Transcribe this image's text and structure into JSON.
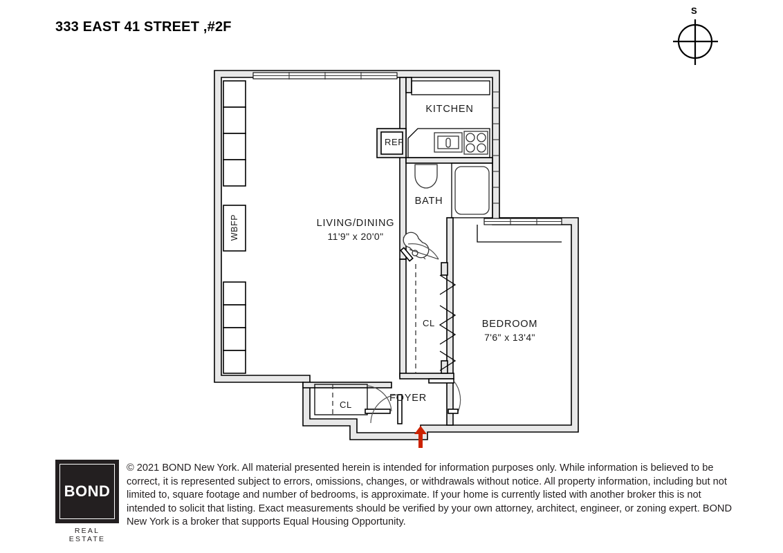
{
  "title": "333 EAST 41 STREET ,#2F",
  "compass": {
    "label": "S",
    "icon": "compass-rose-icon"
  },
  "colors": {
    "wall": "#000000",
    "wall_fill": "#e8e8e8",
    "entry_arrow": "#cc2200",
    "logo_bg": "#231f20",
    "text": "#1a1a1a"
  },
  "rooms": [
    {
      "name": "living-dining",
      "label": "LIVING/DINING",
      "dimensions": "11'9\" x 20'0\""
    },
    {
      "name": "kitchen",
      "label": "KITCHEN",
      "dimensions": ""
    },
    {
      "name": "bath",
      "label": "BATH",
      "dimensions": ""
    },
    {
      "name": "bedroom",
      "label": "BEDROOM",
      "dimensions": "7'6\" x 13'4\""
    },
    {
      "name": "foyer",
      "label": "FOYER",
      "dimensions": ""
    }
  ],
  "fixtures": {
    "refrigerator": "REF",
    "fireplace": "WBFP",
    "closet_bedroom": "CL",
    "closet_foyer": "CL"
  },
  "footer": {
    "logo_wordmark": "BOND",
    "logo_subtitle": "REAL ESTATE",
    "disclaimer": "© 2021 BOND New York. All material presented herein is intended for information purposes only. While information is believed to be correct, it is represented subject to errors, omissions, changes, or withdrawals without notice. All property information, including but not limited to, square footage and number of bedrooms, is approximate. If your home is currently listed with another broker this is not intended to solicit that listing. Exact measurements should be verified by your own attorney, architect, engineer, or zoning expert. BOND New York is a broker that supports Equal Housing Opportunity."
  }
}
